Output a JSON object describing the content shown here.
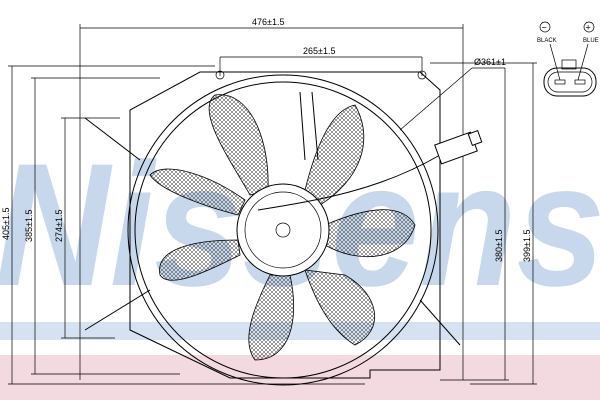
{
  "watermark": "Nissens",
  "colors": {
    "watermark": "#c7d7ec",
    "band_pink": "#f3d9e0",
    "band_blue": "#d6e2f1",
    "line": "#000000"
  },
  "dimensions": {
    "overall_width": "476±1.5",
    "mount_spacing": "265±1.5",
    "fan_diameter": "Ø361±1",
    "overall_height_left": "405±1.5",
    "frame_height_left": "385±1.5",
    "inner_height": "274±1.5",
    "frame_height_right": "380±1.5",
    "overall_height_right": "399±1.5"
  },
  "connector": {
    "negative_symbol": "−",
    "positive_symbol": "+",
    "negative_label": "BLACK",
    "positive_label": "BLUE"
  }
}
